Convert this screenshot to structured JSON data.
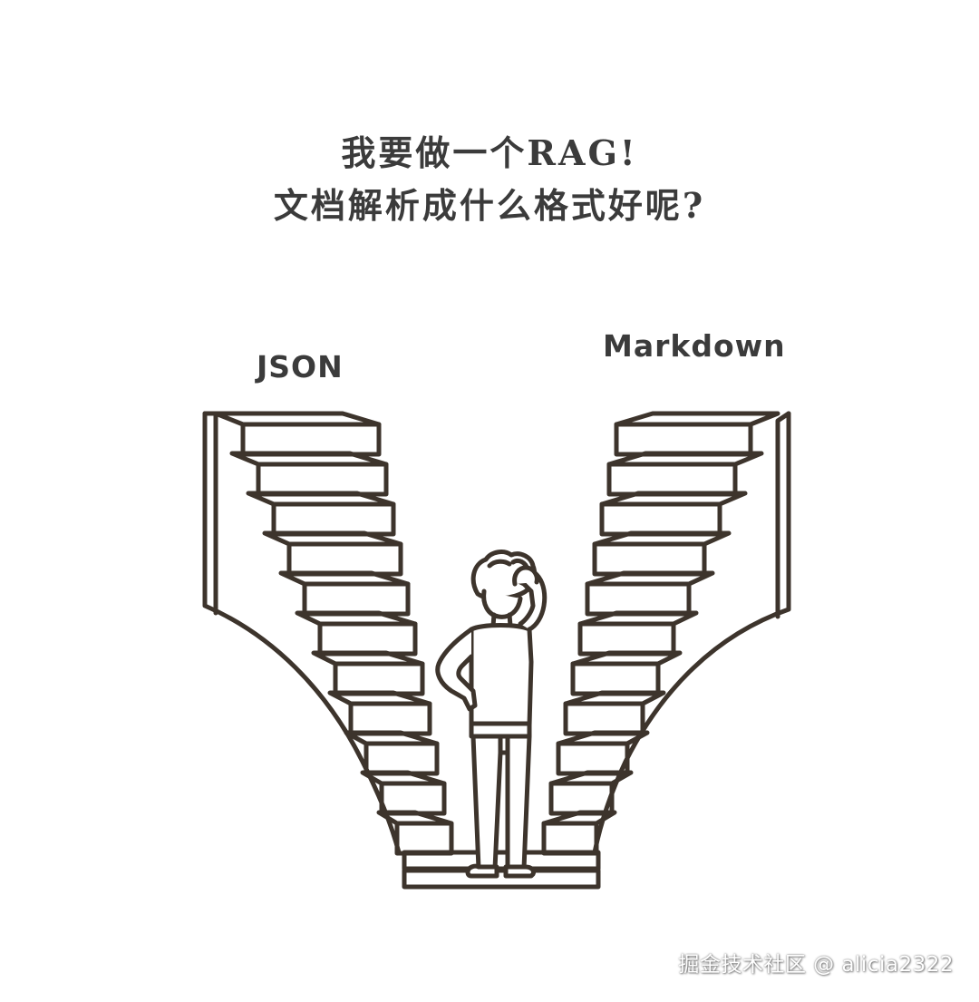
{
  "title": {
    "line1": "我要做一个RAG!",
    "line2": "文档解析成什么格式好呢?"
  },
  "labels": {
    "left": "JSON",
    "right": "Markdown"
  },
  "watermark": "掘金技术社区 @ alicia2322",
  "colors": {
    "ink": "#3d342c",
    "text": "#3b3b3b",
    "background": "#ffffff"
  },
  "illustration": {
    "subject": "person scratching head at fork of two staircases",
    "icons": [
      "left-staircase-icon",
      "right-staircase-icon",
      "confused-person-icon"
    ]
  }
}
